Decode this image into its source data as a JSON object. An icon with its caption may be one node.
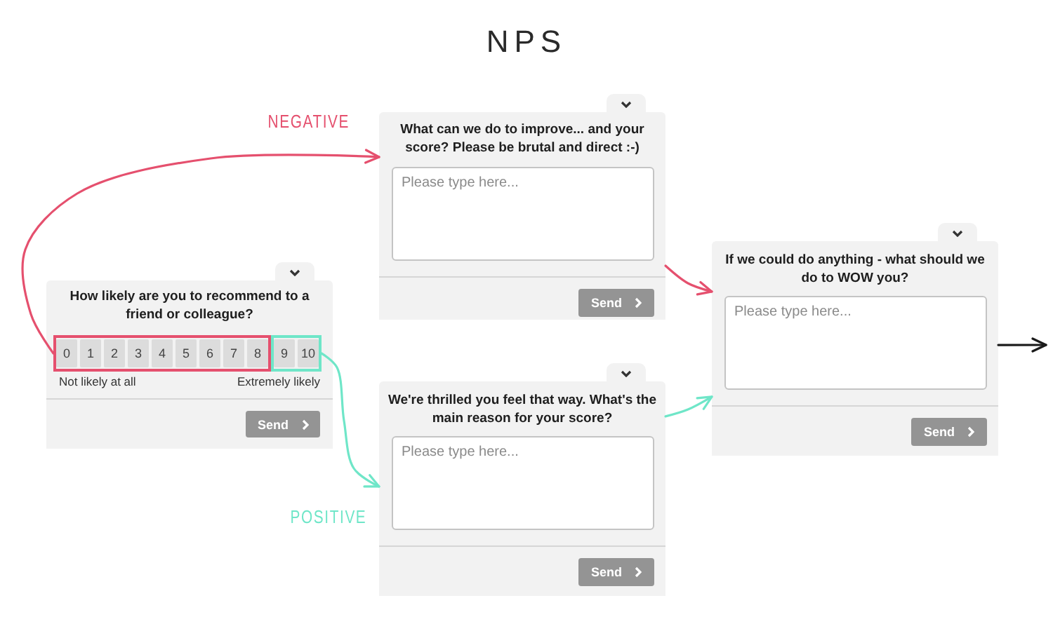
{
  "diagram": {
    "title": "NPS",
    "nodes": [
      {
        "text": [
          "How likely are you to recommend to a friend or colleague?",
          "Not likely at all",
          "Extremely likely",
          "Send"
        ]
      },
      {
        "text": [
          "0",
          "1",
          "2",
          "3",
          "4",
          "5",
          "6",
          "7",
          "8"
        ],
        "in": 0
      },
      {
        "text": [
          "9",
          "10"
        ],
        "in": 0
      },
      {
        "text": [
          "What can we do to improve... and your score? Please be brutal and direct :-)",
          "Please type here...",
          "Send"
        ]
      },
      {
        "text": [
          "We're thrilled you feel that way. What's the main reason for your score?",
          "Please type here...",
          "Send"
        ]
      },
      {
        "text": [
          "If we could do anything - what should we do to WOW you?",
          "Please type here...",
          "Send"
        ]
      }
    ],
    "edges": [
      {
        "from": 1,
        "to": 3,
        "arrow": "to",
        "label": "NEGATIVE",
        "color": "#e5506e"
      },
      {
        "from": 2,
        "to": 4,
        "arrow": "to",
        "label": "POSITIVE",
        "color": "#6fe6c8"
      },
      {
        "from": 3,
        "to": 5,
        "arrow": "to",
        "color": "#e5506e"
      },
      {
        "from": 4,
        "to": 5,
        "arrow": "to",
        "color": "#6fe6c8"
      },
      {
        "from": 5,
        "to": null,
        "arrow": "to",
        "color": "#1a1a1a"
      }
    ]
  }
}
